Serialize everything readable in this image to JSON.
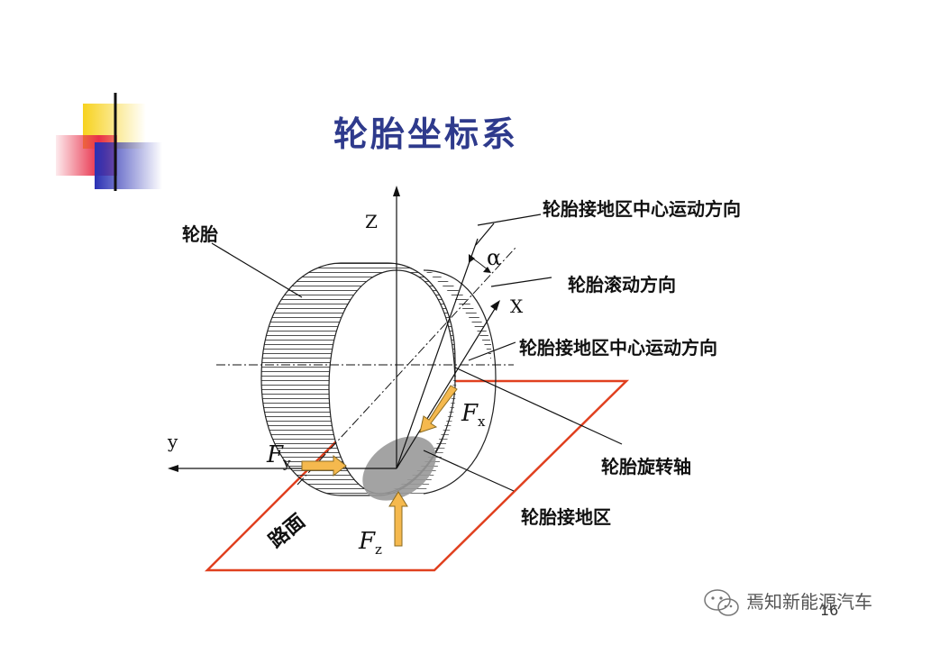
{
  "slide": {
    "title": "轮胎坐标系",
    "page_number": "16"
  },
  "labels": {
    "tire": "轮胎",
    "contact_center_motion_top": "轮胎接地区中心运动方向",
    "rolling_direction": "轮胎滚动方向",
    "contact_center_motion_mid": "轮胎接地区中心运动方向",
    "rotation_axis": "轮胎旋转轴",
    "contact_patch": "轮胎接地区",
    "road": "路面"
  },
  "axes": {
    "z": "Z",
    "x": "X",
    "y": "y",
    "alpha": "α"
  },
  "forces": {
    "fx": {
      "symbol": "F",
      "sub": "x"
    },
    "fy": {
      "symbol": "F",
      "sub": "y"
    },
    "fz": {
      "symbol": "F",
      "sub": "z"
    }
  },
  "watermark": {
    "text": "焉知新能源汽车"
  },
  "colors": {
    "title": "#2e3a8c",
    "road": "#e0401f",
    "force_arrow": "#f5b94e",
    "contact_patch": "#999999",
    "deco_yellow": "#f7d21e",
    "deco_red": "#e8304a",
    "deco_blue": "#2a31b4"
  }
}
